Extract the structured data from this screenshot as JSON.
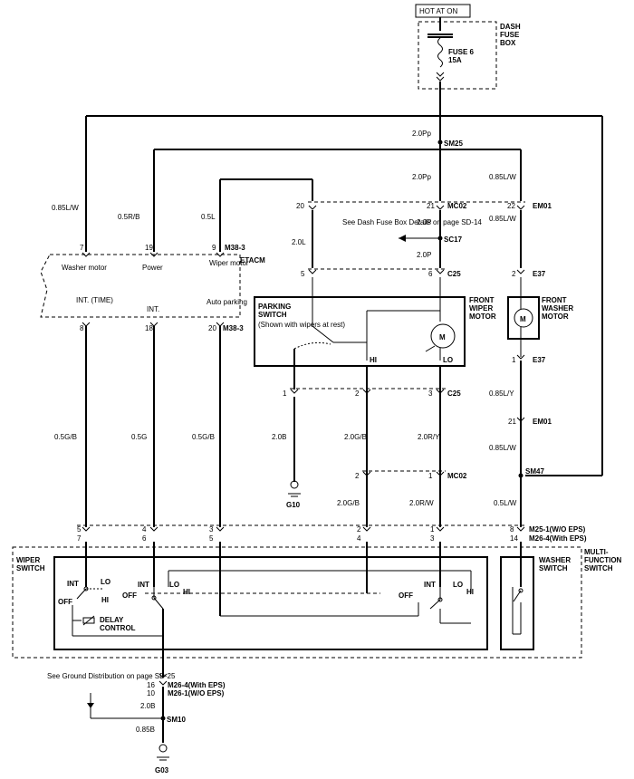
{
  "header": {
    "hot_at_on": "HOT AT ON"
  },
  "fuse_box": {
    "title_line1": "DASH",
    "title_line2": "FUSE",
    "title_line3": "BOX",
    "fuse_name": "FUSE 6",
    "fuse_rating": "15A"
  },
  "wires": {
    "w_top_pp": "2.0Pp",
    "sm25": "SM25",
    "w_pp_2": "2.0Pp",
    "w_085lw_a": "0.85L/W",
    "w_085lw_left": "0.85L/W",
    "w_05rb": "0.5R/B",
    "w_05l": "0.5L",
    "w_20p_1": "2.0P",
    "w_20p_2": "2.0P",
    "w_20l": "2.0L",
    "w_085lw_b": "0.85L/W",
    "w_085ly": "0.85L/Y",
    "w_085lw_c": "0.85L/W",
    "w_05gb": "0.5G/B",
    "w_05g": "0.5G",
    "w_05gb2": "0.5G/B",
    "w_20b": "2.0B",
    "w_20gb": "2.0G/B",
    "w_20ry": "2.0R/Y",
    "w_20gb2": "2.0G/B",
    "w_20rw": "2.0R/W",
    "w_05lw": "0.5L/W",
    "w_20b_bottom": "2.0B",
    "w_085b": "0.85B"
  },
  "connectors": {
    "mc02_top": "MC02",
    "em01_top": "EM01",
    "sc17": "SC17",
    "c25_top": "C25",
    "e37_top": "E37",
    "e37_bottom": "E37",
    "em01_bottom": "EM01",
    "sm47": "SM47",
    "c25_mid": "C25",
    "mc02_mid": "MC02",
    "m38_3_top": "M38-3",
    "m38_3_bottom": "M38-3",
    "m25_1": "M25-1(W/O EPS)",
    "m26_4": "M26-4(With EPS)",
    "m26_4b": "M26-4(With EPS)",
    "m26_1b": "M26-1(W/O EPS)",
    "sm10": "SM10",
    "g10": "G10",
    "g03": "G03",
    "etacm": "ETACM"
  },
  "pins": {
    "p21a": "21",
    "p22": "22",
    "p20": "20",
    "p6": "6",
    "p2a": "2",
    "p5": "5",
    "p1a": "1",
    "p21b": "21",
    "p1b": "1",
    "p2b": "2",
    "p3b": "3",
    "p2c": "2",
    "p1c": "1",
    "p7": "7",
    "p19": "19",
    "p9": "9",
    "p8": "8",
    "p18": "18",
    "p20b": "20",
    "sw5": "5",
    "sw7": "7",
    "sw4": "4",
    "sw6": "6",
    "sw3": "3",
    "sw5b": "5",
    "sw2": "2",
    "sw4b": "4",
    "sw1": "1",
    "sw3b": "3",
    "sw8": "8",
    "sw14": "14",
    "p16": "16",
    "p10": "10"
  },
  "etacm": {
    "washer_motor": "Washer motor",
    "power": "Power",
    "wiper_motor": "Wiper motor",
    "int_time": "INT. (TIME)",
    "int": "INT.",
    "auto_parking": "Auto parking"
  },
  "notes": {
    "see_dash_fuse": "See Dash Fuse Box Details on page SD-14",
    "see_ground": "See Ground Distribution on page SD-25"
  },
  "parking_switch": {
    "title1": "PARKING",
    "title2": "SWITCH",
    "note": "(Shown with wipers at rest)",
    "hi": "HI",
    "lo": "LO",
    "motor": "M"
  },
  "front_wiper_motor": {
    "line1": "FRONT",
    "line2": "WIPER",
    "line3": "MOTOR"
  },
  "front_washer_motor": {
    "line1": "FRONT",
    "line2": "WASHER",
    "line3": "MOTOR",
    "motor": "M"
  },
  "wiper_switch": {
    "title1": "WIPER",
    "title2": "SWITCH",
    "int1": "INT",
    "lo1": "LO",
    "off1": "OFF",
    "hi1": "HI",
    "int2": "INT",
    "lo2": "LO",
    "off2": "OFF",
    "hi2": "HI",
    "int3": "INT",
    "lo3": "LO",
    "off3": "OFF",
    "hi3": "HI",
    "delay1": "DELAY",
    "delay2": "CONTROL"
  },
  "washer_switch": {
    "title1": "WASHER",
    "title2": "SWITCH"
  },
  "multi_function": {
    "line1": "MULTI-",
    "line2": "FUNCTION",
    "line3": "SWITCH"
  }
}
